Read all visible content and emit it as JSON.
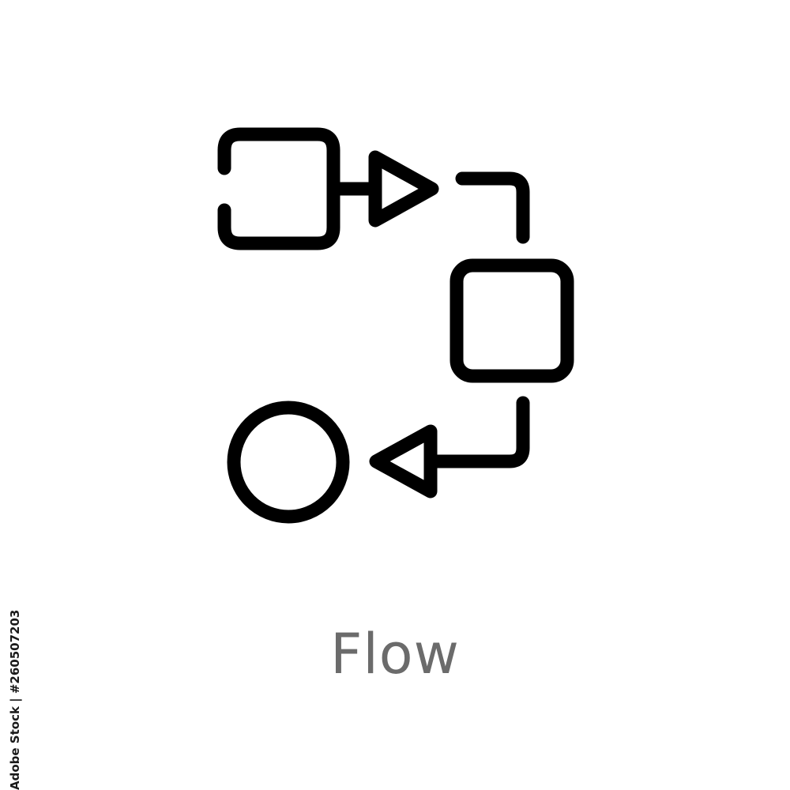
{
  "icon": {
    "name": "flow-icon",
    "stroke_color": "#000000",
    "nodes": [
      "open-square",
      "square",
      "circle"
    ],
    "arrows": [
      "right-triangle-arrow",
      "left-triangle-arrow"
    ]
  },
  "caption": {
    "text": "Flow",
    "color": "#6b6b6b"
  },
  "watermark": {
    "stock_id": "Adobe Stock | #260507203"
  }
}
